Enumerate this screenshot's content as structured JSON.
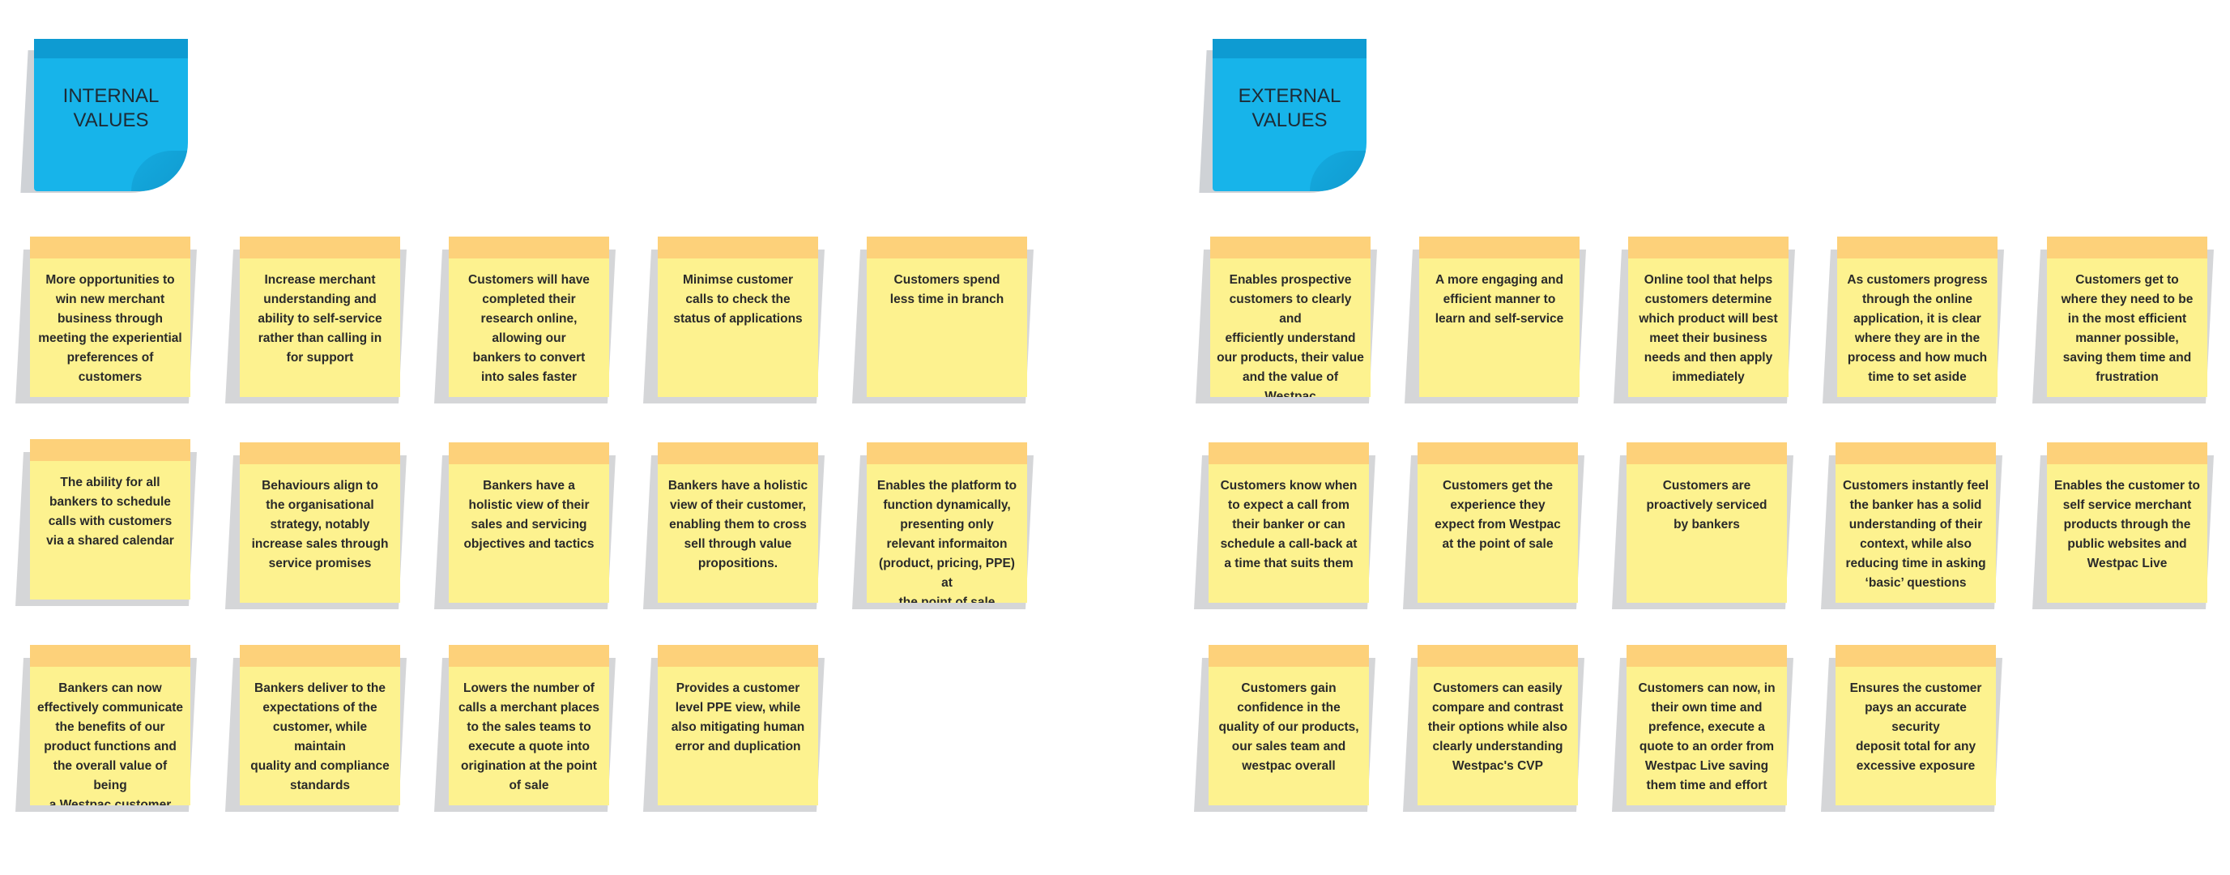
{
  "internal": {
    "title": "INTERNAL\nVALUES",
    "notes": [
      "More opportunities to\nwin new merchant\nbusiness through\nmeeting the experiential\npreferences of\ncustomers",
      "Increase merchant\nunderstanding and\nability to self-service\nrather than calling in\nfor support",
      "Customers will have\ncompleted their\nresearch online,\nallowing our\nbankers to convert\ninto sales faster",
      "Minimse customer\ncalls to check the\nstatus of applications",
      "Customers spend\nless time in branch",
      "The ability for all\nbankers to schedule\ncalls with customers\nvia a shared calendar",
      "Behaviours align to\nthe organisational\nstrategy, notably\nincrease sales through\nservice promises",
      "Bankers have a\nholistic view of their\nsales and servicing\nobjectives and tactics",
      "Bankers have a holistic\nview of their customer,\nenabling them to cross\nsell through value\npropositions.",
      "Enables the platform to\nfunction dynamically,\npresenting only\nrelevant informaiton\n(product, pricing, PPE) at\nthe point of sale",
      "Bankers can now\neffectively communicate\nthe benefits of our\nproduct functions and\nthe overall value of being\na Westpac customer",
      "Bankers deliver to the\nexpectations of the\ncustomer, while maintain\nquality and compliance\nstandards",
      "Lowers the number of\ncalls a merchant places\nto the sales teams to\nexecute a quote into\norigination at the point\nof sale",
      "Provides a customer\nlevel PPE view, while\nalso mitigating human\nerror and duplication"
    ]
  },
  "external": {
    "title": "EXTERNAL\nVALUES",
    "notes": [
      "Enables prospective\ncustomers to clearly and\nefficiently understand\nour products, their value\nand the value of Westpac",
      "A more engaging and\nefficient manner to\nlearn and self-service",
      "Online tool that helps\ncustomers determine\nwhich product will best\nmeet their business\nneeds and then apply\nimmediately",
      "As customers progress\nthrough the online\napplication, it is clear\nwhere they are in the\nprocess and how much\ntime to set aside",
      "Customers get to\nwhere they need to be\nin the most efficient\nmanner possible,\nsaving them time and\nfrustration",
      "Customers know when\nto expect a call from\ntheir banker or can\nschedule a call-back at\na time that suits them",
      "Customers get the\nexperience they\nexpect from Westpac\nat the point of sale",
      "Customers are\nproactively serviced\nby bankers",
      "Customers instantly feel\nthe banker has a solid\nunderstanding of their\ncontext, while also\nreducing time in asking\n‘basic’ questions",
      "Enables the customer to\nself service merchant\nproducts through the\npublic websites and\nWestpac Live",
      "Customers gain\nconfidence in the\nquality of our products,\nour sales team and\nwestpac overall",
      "Customers can easily\ncompare and contrast\ntheir options while also\nclearly understanding\nWestpac's CVP",
      "Customers can now, in\ntheir own time and\nprefence, execute a\nquote to an order from\nWestpac Live saving\nthem time and effort",
      "Ensures the customer\npays an accurate security\ndeposit total for any\nexcessive exposure"
    ]
  },
  "colors": {
    "header_blue": "#17b4ea",
    "note_yellow": "#fdf28f",
    "note_strip": "#fdd17a"
  }
}
